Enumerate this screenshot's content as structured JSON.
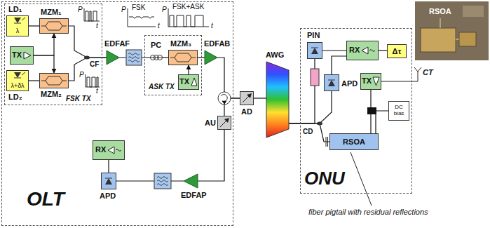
{
  "diagram": {
    "nodes": [
      {
        "text": [
          "OLT"
        ]
      },
      {
        "text": [
          "FSK TX"
        ],
        "in": 0
      },
      {
        "text": [
          "LD₁",
          "λ"
        ],
        "in": 1
      },
      {
        "text": [
          "MZM₁"
        ],
        "in": 1
      },
      {
        "text": [
          "TX"
        ],
        "in": 1
      },
      {
        "text": [
          "LD₂",
          "λ+δλ"
        ],
        "in": 1
      },
      {
        "text": [
          "MZM₂"
        ],
        "in": 1
      },
      {
        "text": [
          "EDFAF"
        ],
        "in": 0
      },
      {
        "text": [
          "ASK TX"
        ],
        "in": 0
      },
      {
        "text": [
          "PC"
        ],
        "in": 8
      },
      {
        "text": [
          "MZM₃"
        ],
        "in": 8
      },
      {
        "text": [
          "TX"
        ],
        "in": 8
      },
      {
        "text": [
          "EDFAB"
        ],
        "in": 0
      },
      {
        "text": [
          "AU"
        ],
        "in": 0
      },
      {
        "text": [
          "EDFAP"
        ],
        "in": 0
      },
      {
        "text": [
          "APD"
        ],
        "in": 0
      },
      {
        "text": [
          "RX"
        ],
        "in": 0
      },
      {
        "text": [
          "AD"
        ]
      },
      {
        "text": [
          "AWG"
        ]
      },
      {
        "text": [
          "ONU"
        ]
      },
      {
        "text": [
          "PIN"
        ],
        "in": 19
      },
      {
        "text": [
          "RX"
        ],
        "in": 19
      },
      {
        "text": [
          "Δτ"
        ],
        "in": 19
      },
      {
        "text": [
          "TX"
        ],
        "in": 19
      },
      {
        "text": [
          "APD"
        ],
        "in": 19
      },
      {
        "text": [
          "RSOA"
        ],
        "in": 19
      },
      {
        "text": [
          "DC bias"
        ],
        "in": 19
      }
    ],
    "edges": [
      {
        "from": 2,
        "to": 3,
        "arrow": "none"
      },
      {
        "from": 4,
        "to": 3,
        "arrow": "to"
      },
      {
        "from": 4,
        "to": 6,
        "arrow": "to"
      },
      {
        "from": 5,
        "to": 6,
        "arrow": "none"
      },
      {
        "from": 3,
        "to": 7,
        "arrow": "none"
      },
      {
        "from": 6,
        "to": 7,
        "arrow": "none"
      },
      {
        "from": 7,
        "to": 9,
        "arrow": "none"
      },
      {
        "from": 9,
        "to": 10,
        "arrow": "none"
      },
      {
        "from": 11,
        "to": 10,
        "arrow": "to"
      },
      {
        "from": 10,
        "to": 12,
        "arrow": "none"
      },
      {
        "from": 12,
        "to": 17,
        "arrow": "none"
      },
      {
        "from": 17,
        "to": 13,
        "arrow": "none"
      },
      {
        "from": 13,
        "to": 14,
        "arrow": "none"
      },
      {
        "from": 14,
        "to": 15,
        "arrow": "none"
      },
      {
        "from": 15,
        "to": 16,
        "arrow": "none"
      },
      {
        "from": 17,
        "to": 18,
        "arrow": "none"
      },
      {
        "from": 18,
        "to": 20,
        "arrow": "none"
      },
      {
        "from": 18,
        "to": 24,
        "arrow": "none"
      },
      {
        "from": 18,
        "to": 25,
        "arrow": "none"
      },
      {
        "from": 20,
        "to": 21,
        "arrow": "none"
      },
      {
        "from": 24,
        "to": 21,
        "arrow": "none"
      },
      {
        "from": 21,
        "to": 22,
        "arrow": "none"
      },
      {
        "from": 23,
        "to": 25,
        "arrow": "none"
      },
      {
        "from": 26,
        "to": 25,
        "arrow": "none"
      }
    ],
    "labels": [
      "P",
      "t",
      "P",
      "t",
      "CF",
      "P",
      "FSK",
      "t",
      "P",
      "FSK+ASK",
      "t",
      "CD",
      "CT",
      "RSOA",
      "fiber pigtail with residual reflections"
    ]
  }
}
